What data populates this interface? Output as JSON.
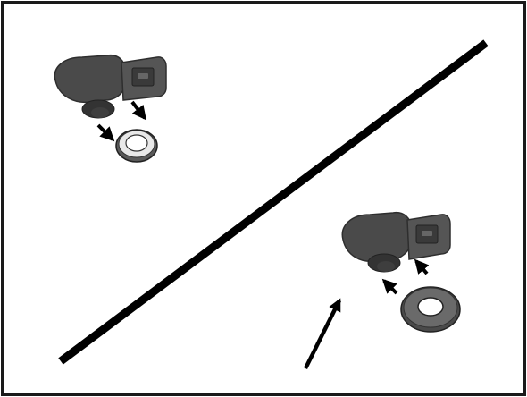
{
  "diagram": {
    "colors": {
      "background": "#ffffff",
      "frame": "#1a1a1a",
      "divider": "#000000",
      "sensor_body": "#4a4a4a",
      "sensor_shadow": "#2e2e2e",
      "ring_light": "#e8e8e8",
      "ring_dark": "#5a5a5a",
      "arrow": "#000000"
    },
    "panels": [
      {
        "id": "removal",
        "description_icon": "sensor-with-seal-ring-removed"
      },
      {
        "id": "installation",
        "description_icon": "sensor-with-new-seal-ring-installed"
      }
    ]
  }
}
